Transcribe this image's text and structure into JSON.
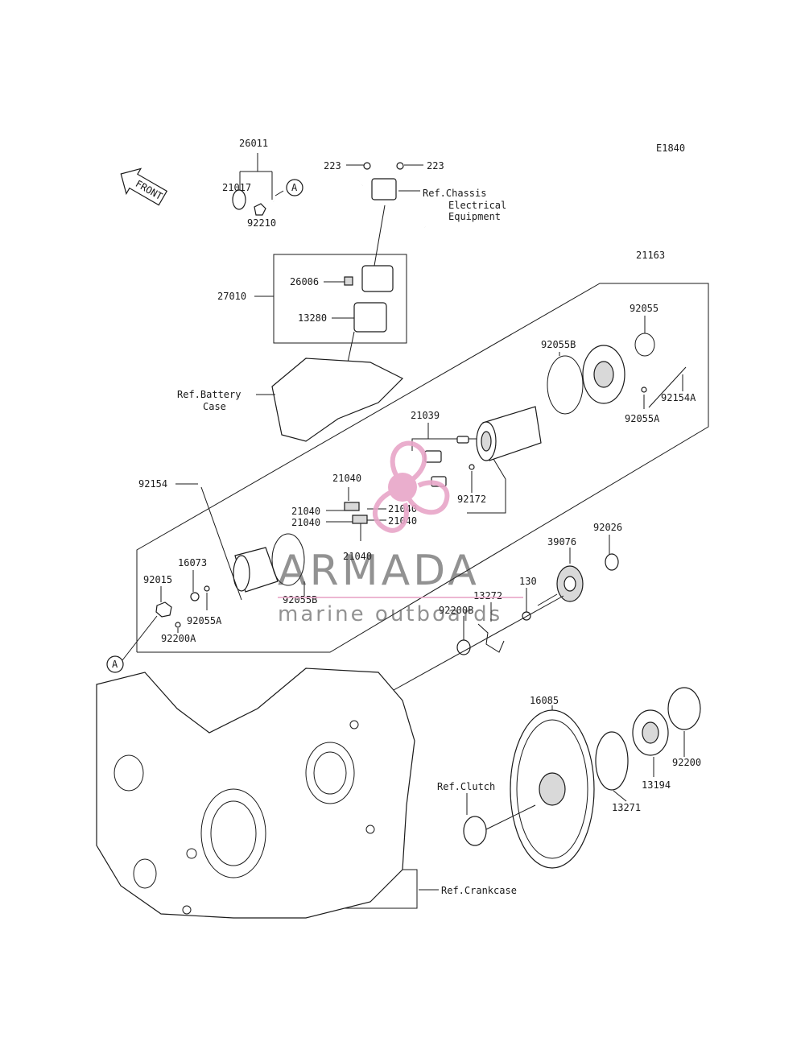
{
  "diagram_code": "E1840",
  "front_label": "FRONT",
  "parts": [
    {
      "id": "p26011",
      "text": "26011"
    },
    {
      "id": "p21017",
      "text": "21017"
    },
    {
      "id": "p92210",
      "text": "92210"
    },
    {
      "id": "p223a",
      "text": "223"
    },
    {
      "id": "p223b",
      "text": "223"
    },
    {
      "id": "p27010",
      "text": "27010"
    },
    {
      "id": "p26006",
      "text": "26006"
    },
    {
      "id": "p13280",
      "text": "13280"
    },
    {
      "id": "p21163",
      "text": "21163"
    },
    {
      "id": "p92055",
      "text": "92055"
    },
    {
      "id": "p92055B_top",
      "text": "92055B"
    },
    {
      "id": "p92154A",
      "text": "92154A"
    },
    {
      "id": "p92055A_top",
      "text": "92055A"
    },
    {
      "id": "p21039",
      "text": "21039"
    },
    {
      "id": "p92172",
      "text": "92172"
    },
    {
      "id": "p92154",
      "text": "92154"
    },
    {
      "id": "p21040_a",
      "text": "21040"
    },
    {
      "id": "p21040_b",
      "text": "21040"
    },
    {
      "id": "p21040_c",
      "text": "21040"
    },
    {
      "id": "p21040_d",
      "text": "21040"
    },
    {
      "id": "p21040_e",
      "text": "21040"
    },
    {
      "id": "p21040_f",
      "text": "21040"
    },
    {
      "id": "p16073",
      "text": "16073"
    },
    {
      "id": "p92015",
      "text": "92015"
    },
    {
      "id": "p92055A_bot",
      "text": "92055A"
    },
    {
      "id": "p92200A",
      "text": "92200A"
    },
    {
      "id": "p92055B_bot",
      "text": "92055B"
    },
    {
      "id": "p39076",
      "text": "39076"
    },
    {
      "id": "p92026",
      "text": "92026"
    },
    {
      "id": "p130",
      "text": "130"
    },
    {
      "id": "p13272",
      "text": "13272"
    },
    {
      "id": "p92200B",
      "text": "92200B"
    },
    {
      "id": "p16085",
      "text": "16085"
    },
    {
      "id": "p92200",
      "text": "92200"
    },
    {
      "id": "p13194",
      "text": "13194"
    },
    {
      "id": "p13271",
      "text": "13271"
    }
  ],
  "references": {
    "chassis": [
      "Ref.Chassis",
      "Electrical",
      "Equipment"
    ],
    "battery": [
      "Ref.Battery",
      "Case"
    ],
    "clutch": "Ref.Clutch",
    "crankcase": "Ref.Crankcase"
  },
  "callout_marker": "A",
  "watermark": {
    "brand": "ARMADA",
    "tagline": "marine outboards",
    "colors": {
      "logo": "#e8a6c8",
      "text": "#3a3a3a"
    }
  }
}
